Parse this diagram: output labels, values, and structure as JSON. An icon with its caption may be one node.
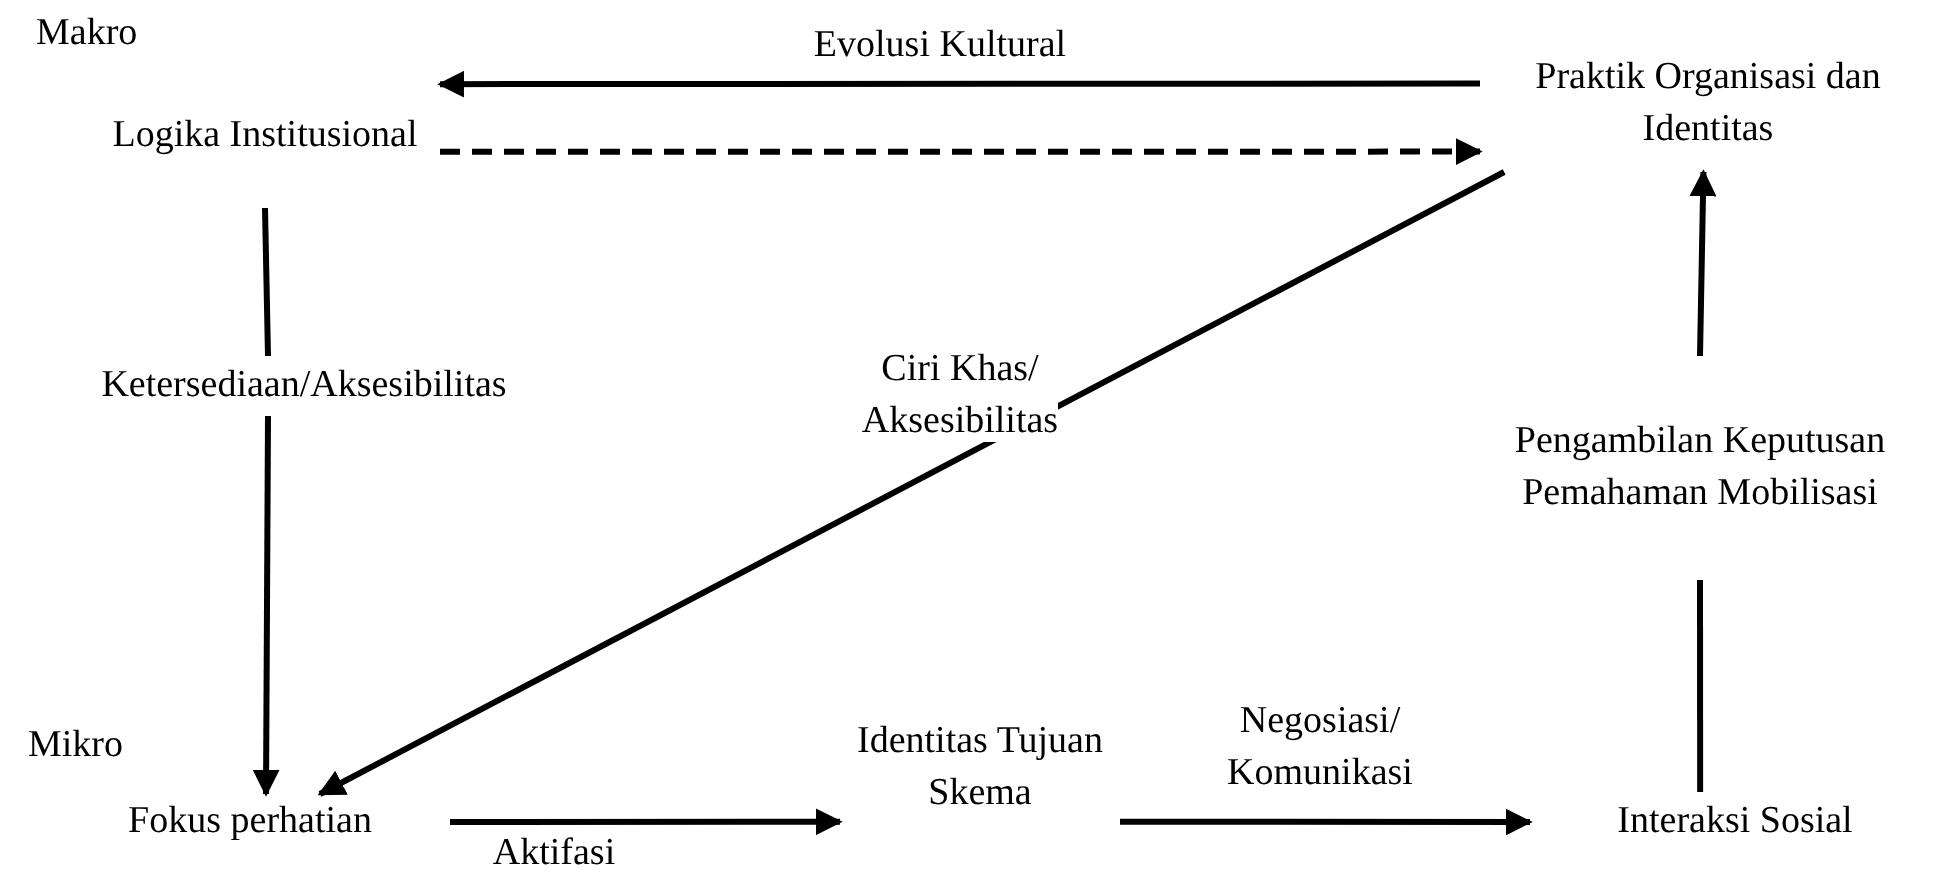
{
  "diagram": {
    "nodes": [
      {
        "text": [
          "Logika Institusional"
        ]
      },
      {
        "text": [
          "Praktik Organisasi dan Identitas"
        ]
      },
      {
        "text": [
          "Ketersediaan/Aksesibilitas"
        ]
      },
      {
        "text": [
          "Fokus perhatian"
        ]
      },
      {
        "text": [
          "Identitas Tujuan Skema"
        ]
      },
      {
        "text": [
          "Interaksi Sosial"
        ]
      },
      {
        "text": [
          "Pengambilan Keputusan Pemahaman Mobilisasi"
        ]
      }
    ],
    "edges": [
      {
        "from": 1,
        "to": 0,
        "arrow": "to",
        "label": "Evolusi Kultural"
      },
      {
        "from": 0,
        "to": 1,
        "arrow": "to",
        "style": "dashed"
      },
      {
        "from": 0,
        "to": 2,
        "arrow": "none"
      },
      {
        "from": 2,
        "to": 3,
        "arrow": "to"
      },
      {
        "from": 1,
        "to": 3,
        "arrow": "to",
        "label": "Ciri Khas/ Aksesibilitas"
      },
      {
        "from": 3,
        "to": 4,
        "arrow": "to",
        "label": "Aktifasi"
      },
      {
        "from": 4,
        "to": 5,
        "arrow": "to",
        "label": "Negosiasi/ Komunikasi"
      },
      {
        "from": 5,
        "to": 6,
        "arrow": "none"
      },
      {
        "from": 6,
        "to": 1,
        "arrow": "to"
      }
    ],
    "labels": [
      "Makro",
      "Mikro"
    ]
  }
}
